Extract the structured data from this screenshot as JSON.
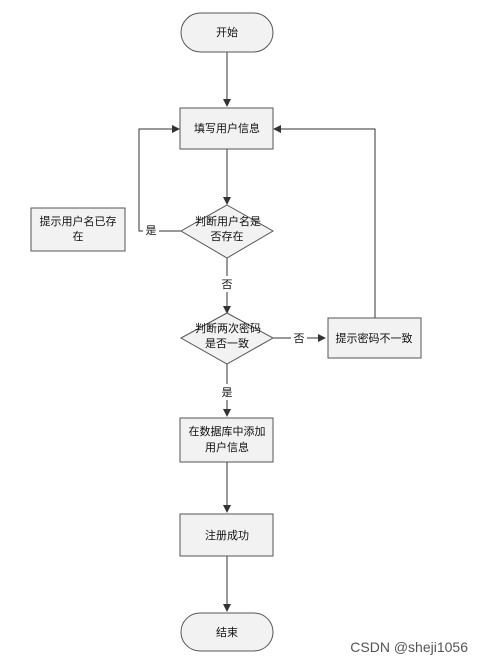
{
  "diagram": {
    "nodes": {
      "start": "开始",
      "fill_info": "填写用户信息",
      "check_name": [
        "判断用户名是",
        "否存在"
      ],
      "name_exists": [
        "提示用户名已存",
        "在"
      ],
      "check_pwd": [
        "判断两次密码",
        "是否一致"
      ],
      "pwd_mismatch": "提示密码不一致",
      "add_db": [
        "在数据库中添加",
        "用户信息"
      ],
      "success": "注册成功",
      "end": "结束"
    },
    "edges": {
      "name_yes": "是",
      "name_no": "否",
      "pwd_no": "否",
      "pwd_yes": "是"
    }
  },
  "watermark": "CSDN @sheji1056",
  "colors": {
    "node_fill": "#f2f2f2",
    "node_stroke": "#555555",
    "line": "#333333"
  }
}
